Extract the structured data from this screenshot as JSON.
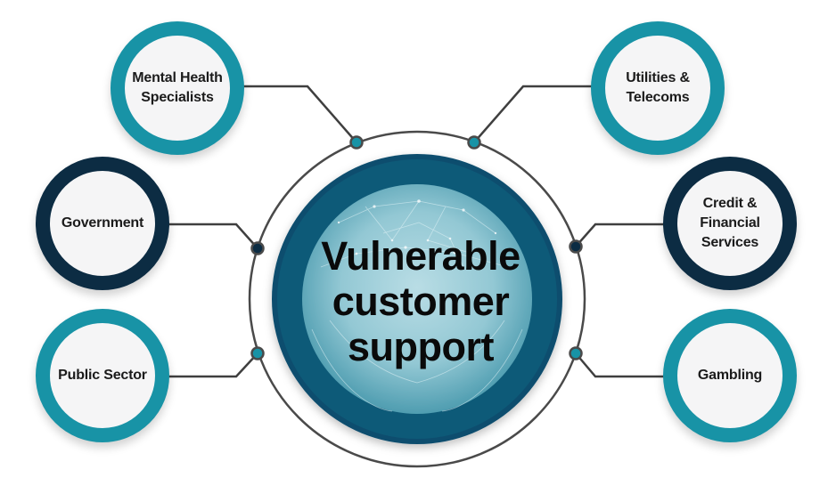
{
  "center": {
    "title": "Vulnerable\ncustomer\nsupport"
  },
  "colors": {
    "teal": "#1893a6",
    "dark_navy": "#0c2c43",
    "connector": "#3f3f3f",
    "node_fill": "#f5f5f6"
  },
  "sectors": {
    "mental_health": {
      "label": "Mental Health\nSpecialists",
      "ring": "teal"
    },
    "government": {
      "label": "Government",
      "ring": "dark_navy"
    },
    "public_sector": {
      "label": "Public Sector",
      "ring": "teal"
    },
    "utilities": {
      "label": "Utilities &\nTelecoms",
      "ring": "teal"
    },
    "credit": {
      "label": "Credit &\nFinancial\nServices",
      "ring": "dark_navy"
    },
    "gambling": {
      "label": "Gambling",
      "ring": "teal"
    }
  }
}
